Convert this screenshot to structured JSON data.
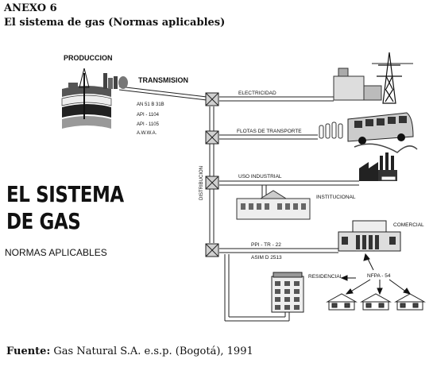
{
  "annex": {
    "number": "ANEXO 6",
    "title": "El sistema de gas (Normas aplicables)"
  },
  "poster": {
    "title_line1": "EL SISTEMA",
    "title_line2": "DE GAS",
    "subtitle": "NORMAS APLICABLES"
  },
  "diagram": {
    "produccion": "PRODUCCION",
    "transmision": "TRANSMISION",
    "standards": [
      "AN 51 B 31B",
      "API - 1104",
      "API - 1105",
      "A.W.W.A."
    ],
    "distribucion": "DISTRIBUCION",
    "electricidad": "ELECTRICIDAD",
    "flotas": "FLOTAS DE TRANSPORTE",
    "uso_industrial": "USO INDUSTRIAL",
    "institucional": "INSTITUCIONAL",
    "comercial": "COMERCIAL",
    "ppi": "PPI - TR - 22",
    "asim": "ASIM D 2513",
    "residencial": "RESIDENCIAL",
    "nfpa": "NFPA - 54"
  },
  "source": {
    "label": "Fuente:",
    "text": "Gas Natural S.A. e.s.p. (Bogotá), 1991"
  }
}
